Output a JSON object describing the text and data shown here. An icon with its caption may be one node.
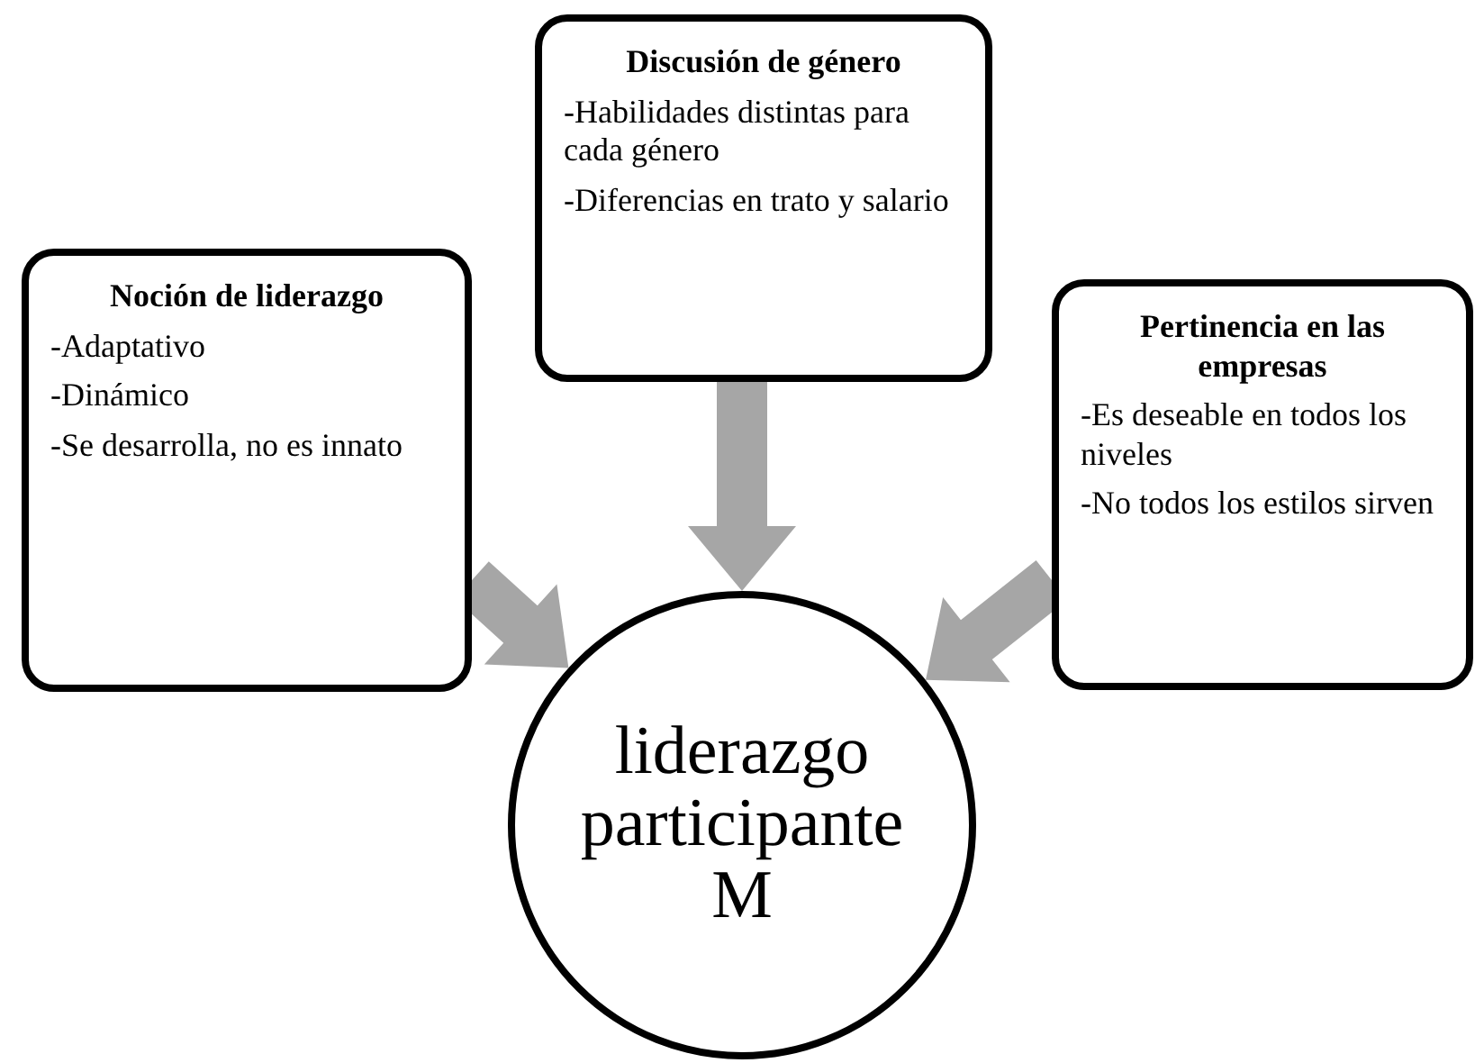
{
  "diagram": {
    "nodes": [
      {
        "text": [
          "Noción de liderazgo",
          "-Adaptativo",
          "-Dinámico",
          "-Se desarrolla, no es innato"
        ]
      },
      {
        "text": [
          "Discusión de género",
          "-Habilidades distintas para cada género",
          "-Diferencias en trato y salario"
        ]
      },
      {
        "text": [
          "Pertinencia en las empresas",
          "-Es deseable en todos los niveles",
          "-No todos los estilos sirven"
        ]
      },
      {
        "text": [
          "liderazgo participante M"
        ]
      }
    ],
    "edges": [
      {
        "from": 0,
        "to": 3,
        "arrow": "to",
        "style": "thick",
        "color": "#a6a6a6"
      },
      {
        "from": 1,
        "to": 3,
        "arrow": "to",
        "style": "thick",
        "color": "#a6a6a6"
      },
      {
        "from": 2,
        "to": 3,
        "arrow": "to",
        "style": "thick",
        "color": "#a6a6a6"
      }
    ]
  }
}
